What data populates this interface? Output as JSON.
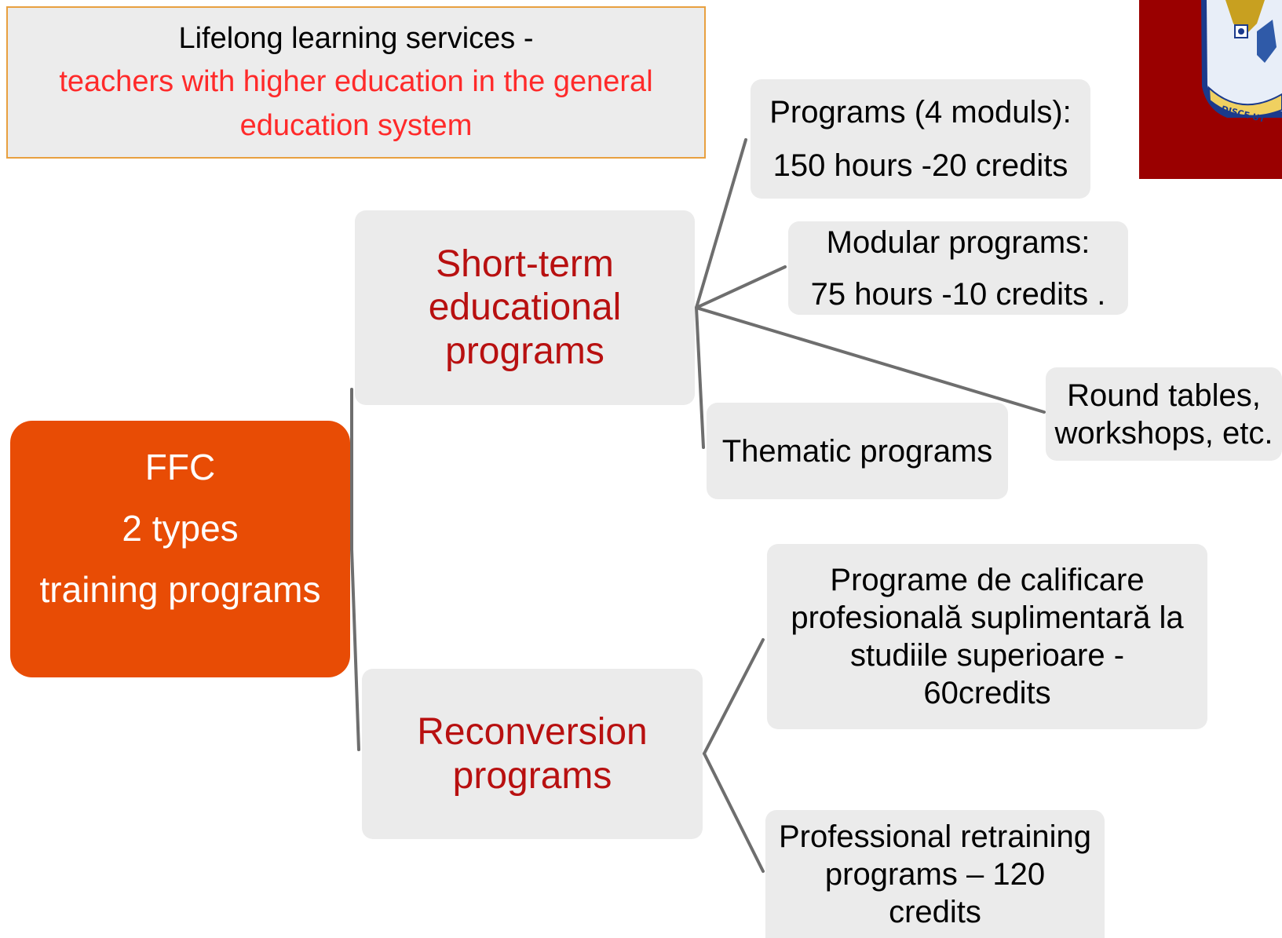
{
  "title": {
    "line1": "Lifelong learning services -",
    "line2": "teachers with higher education in the general education system"
  },
  "root": {
    "line1": "FFC",
    "line2": "2 types",
    "line3": "training programs"
  },
  "branches": {
    "short_term": {
      "label": "Short-term educational programs",
      "children": {
        "programs_4": {
          "line1": "Programs (4 moduls):",
          "line2": "150 hours -20 credits"
        },
        "modular": {
          "line1": "Modular programs:",
          "line2": "75 hours -10 credits ."
        },
        "thematic": {
          "label": "Thematic programs"
        },
        "round_tables": {
          "line1": "Round tables,",
          "line2": "workshops, etc."
        }
      }
    },
    "reconversion": {
      "label": "Reconversion programs",
      "children": {
        "calificare": {
          "label": "Programe de calificare profesională suplimentară la studiile superioare - 60credits"
        },
        "retraining": {
          "label": "Professional retraining programs – 120 credits"
        }
      }
    }
  },
  "logo": {
    "motto": "DISCE UT"
  },
  "colors": {
    "root_fill": "#e84c05",
    "branch_text": "#b81010",
    "title_highlight": "#ff2a2a",
    "box_fill": "#ebebeb",
    "title_border": "#e8a040",
    "logo_panel": "#9a0000",
    "connector": "#6e6e6e"
  }
}
